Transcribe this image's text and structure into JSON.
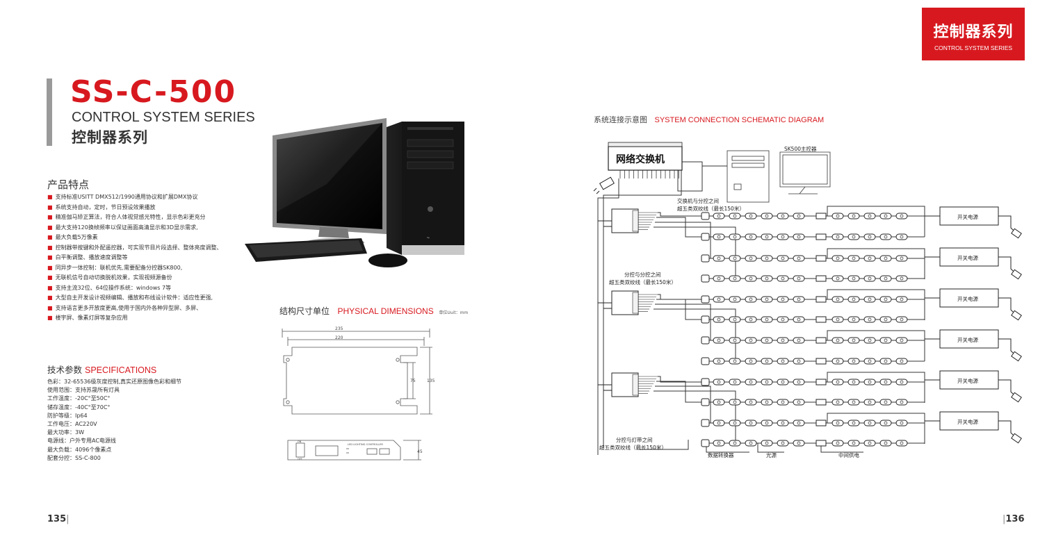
{
  "header": {
    "zh": "控制器系列",
    "en": "CONTROL SYSTEM SERIES",
    "color": "#d7191f"
  },
  "product": {
    "model": "SS-C-500",
    "series_en": "CONTROL SYSTEM SERIES",
    "series_zh": "控制器系列"
  },
  "computer": {
    "brand": "hp"
  },
  "features": {
    "title": "产品特点",
    "items": [
      "支持标准USITT DMX512/1990通用协议和扩展DMX协议",
      "系统支持自动，定时，节日预设效果播放",
      "精准伽马矫正算法，符合人体视觉感光特性，显示色彩更充分",
      "最大支持120换帧频率以保证画面高清显示和3D显示需求,",
      "最大负载5万像素",
      "控制器带按键和外配遥控器，可实现节目片段选择、整体亮度调整、",
      "白平衡调整、播放速度调整等",
      "同异步一体控制：联机优先,需要配备分控器SK800,",
      "无联机信号自动切换脱机效果，实现视频源备份",
      "支持主流32位、64位操作系统：windows 7等",
      "大型自主开发设计视频编辑、播放和布线设计软件：适应性更强,",
      "支持语言更多开放度更高,使用于国内外各种异型屏、多屏、",
      "楼宇屏、像素灯屏等复杂应用"
    ]
  },
  "specs": {
    "title_zh": "技术参数",
    "title_en": "SPECIFICATIONS",
    "items": [
      "色彩：32-65536级灰度控制,真实还原图像色彩和细节",
      "使用范围：支持苏晟所有灯具",
      "工作温度：-20C°至50C°",
      "储存温度：-40C°至70C°",
      "防护等级：Ip64",
      "工作电压：AC220V",
      "最大功率：3W",
      "电源线：户外专用AC电源线",
      "最大负载：4096个像素点",
      "配套分控：SS-C-800"
    ]
  },
  "dimensions": {
    "title_zh": "结构尺寸单位",
    "title_en": "PHYSICAL DIMENSIONS",
    "unit": "单位Uuit：mm",
    "outer_width": "235",
    "inner_width": "220",
    "inner_height": "75",
    "outer_height": "135",
    "thickness": "45",
    "device_label": "LED LIGHTING CONTROLLER",
    "switch_on": "ON",
    "switch_off": "OFF"
  },
  "schematic": {
    "title_zh": "系统连接示意图",
    "title_en": "SYSTEM CONNECTION SCHEMATIC DIAGRAM",
    "switch_label": "网络交换机",
    "host_label": "SK500主控器",
    "link1_a": "交换机与分控之间",
    "link1_b": "超五类双绞线（最长150米）",
    "link2_a": "分控与分控之间",
    "link2_b": "超五类双绞线（最长150米）",
    "link3_a": "分控与灯带之间",
    "link3_b": "超五类双绞线（最长150米）",
    "psu_label": "开关电源",
    "legend_converter": "数据转换器",
    "legend_light": "光源",
    "legend_power": "中间供电"
  },
  "pages": {
    "left": "135",
    "right": "136"
  }
}
